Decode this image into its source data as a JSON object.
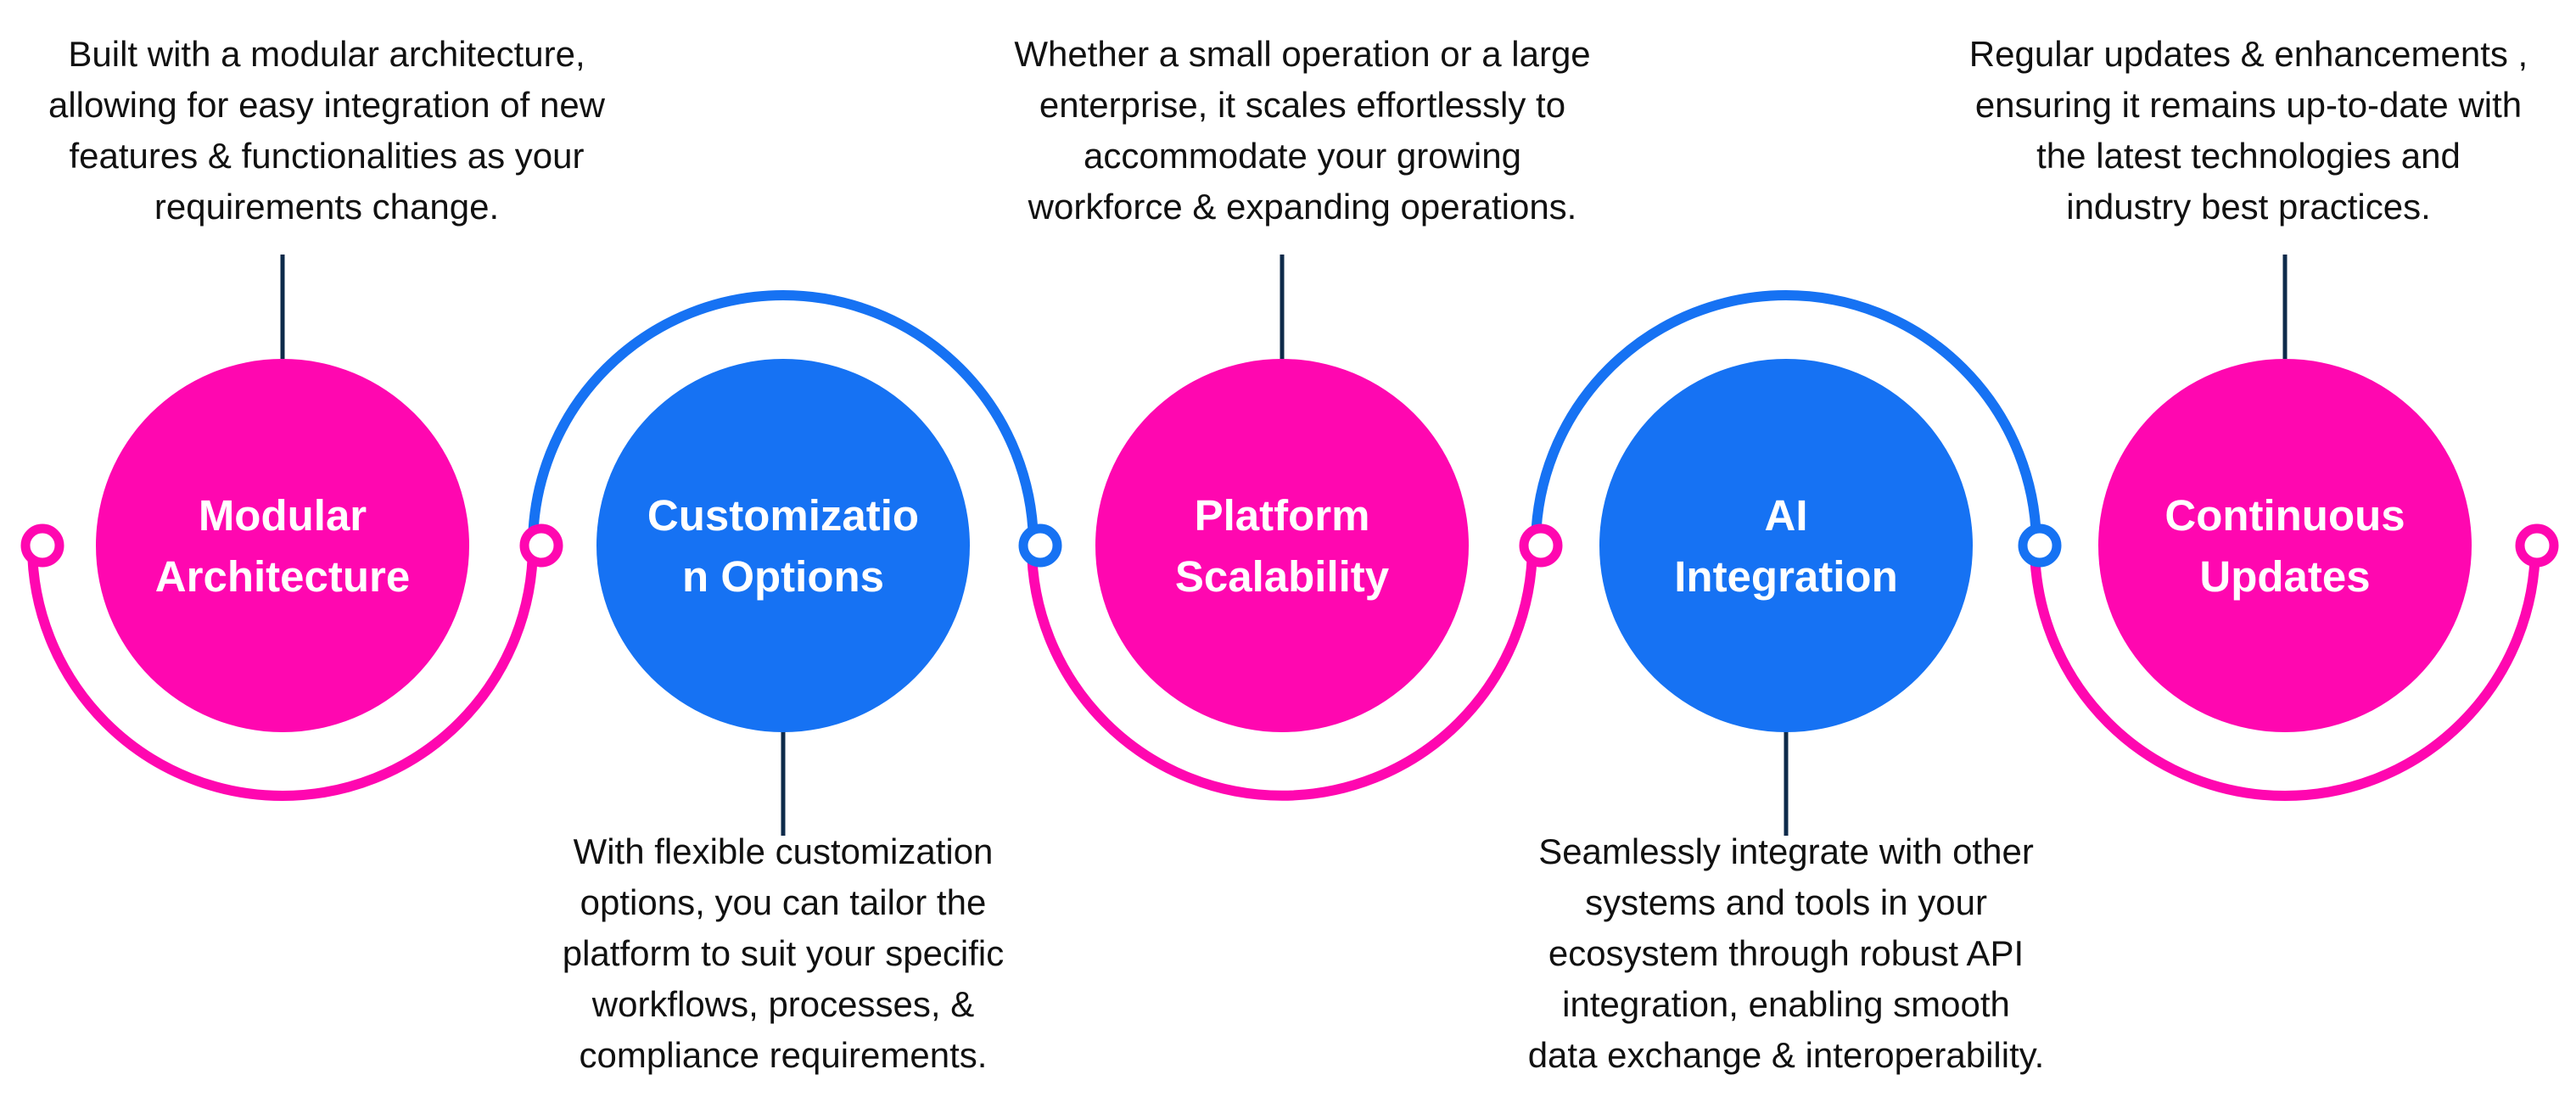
{
  "colors": {
    "pink": "#ff07b0",
    "blue": "#1672f3",
    "connector": "#0d2a4a",
    "text": "#111111"
  },
  "steps": [
    {
      "title_lines": [
        "Modular",
        "Architecture"
      ],
      "color": "#ff07b0",
      "description_position": "top",
      "description_lines": [
        "Built with a modular architecture,",
        "allowing for easy integration of new",
        "features & functionalities as your",
        "requirements change."
      ]
    },
    {
      "title_lines": [
        "Customizatio",
        "n Options"
      ],
      "color": "#1672f3",
      "description_position": "bottom",
      "description_lines": [
        "With flexible customization",
        "options, you can tailor the",
        "platform to suit your specific",
        "workflows, processes, &",
        "compliance requirements."
      ]
    },
    {
      "title_lines": [
        "Platform",
        "Scalability"
      ],
      "color": "#ff07b0",
      "description_position": "top",
      "description_lines": [
        "Whether a small operation or a large",
        "enterprise, it scales effortlessly to",
        "accommodate your growing",
        "workforce & expanding operations."
      ]
    },
    {
      "title_lines": [
        "AI",
        "Integration"
      ],
      "color": "#1672f3",
      "description_position": "bottom",
      "description_lines": [
        "Seamlessly integrate with other",
        "systems and tools in your",
        "ecosystem through robust API",
        "integration, enabling smooth",
        "data exchange & interoperability."
      ]
    },
    {
      "title_lines": [
        "Continuous",
        "Updates"
      ],
      "color": "#ff07b0",
      "description_position": "top",
      "description_lines": [
        "Regular updates & enhancements ,",
        "ensuring it remains up-to-date with",
        "the latest technologies and",
        "industry best practices."
      ]
    }
  ]
}
